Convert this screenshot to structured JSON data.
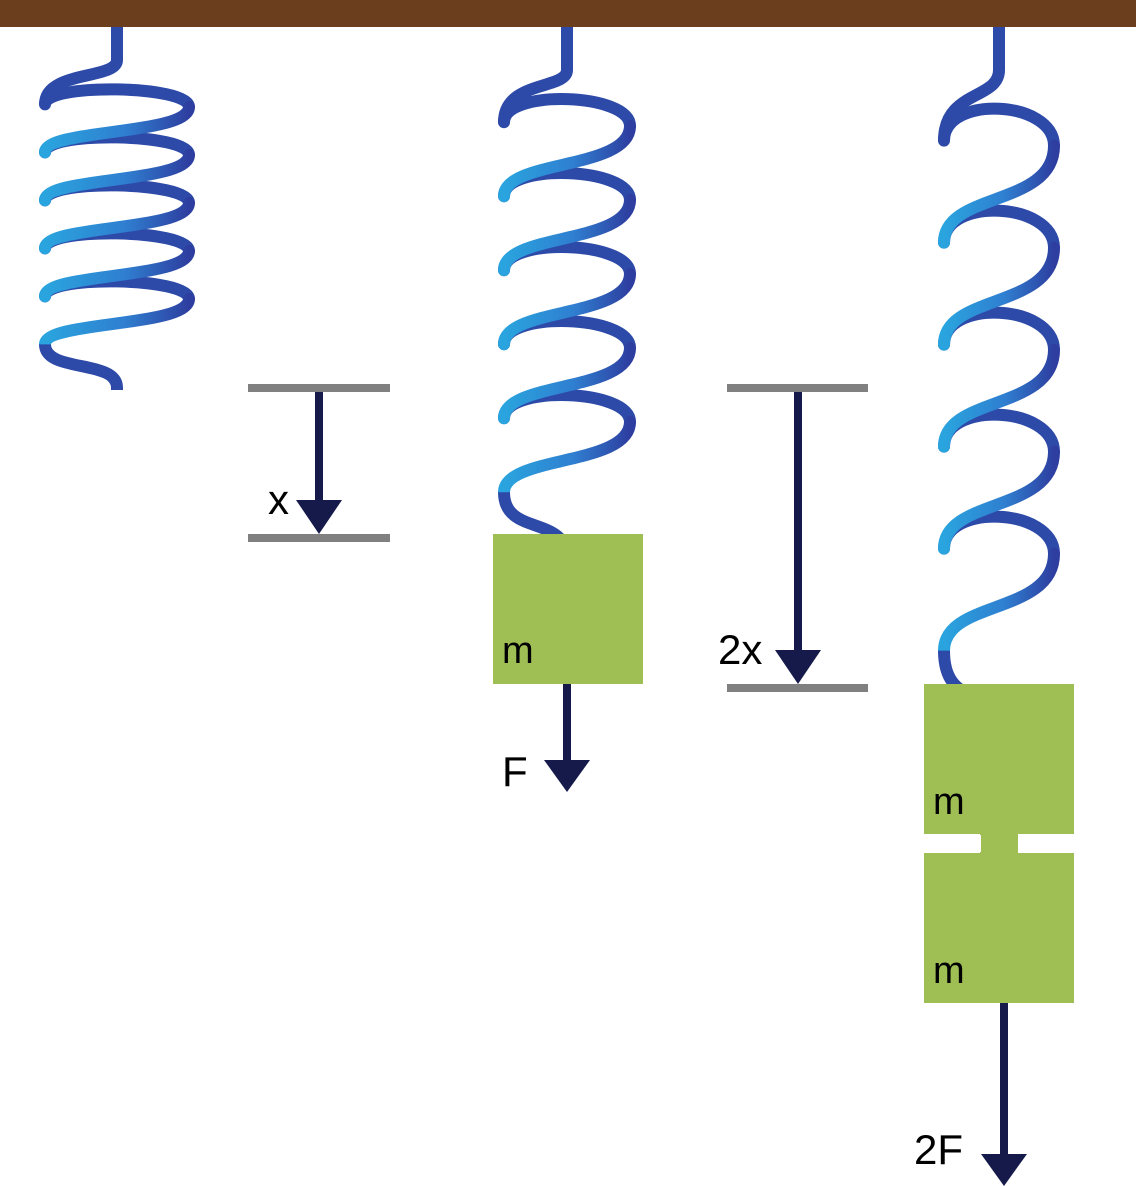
{
  "diagram": {
    "ceiling_color": "#6b3e1e",
    "spring_color_light": "#2aa4de",
    "spring_color_dark": "#2e4aa8",
    "mass_color": "#9fbf55",
    "arrow_color": "#161a4b",
    "marker_color": "#808080",
    "springs": [
      {
        "name": "unloaded-spring",
        "coils": 5
      },
      {
        "name": "spring-one-mass",
        "coils": 5
      },
      {
        "name": "spring-two-masses",
        "coils": 5
      }
    ],
    "displacement_labels": {
      "single": "x",
      "double": "2x"
    },
    "mass_labels": {
      "first": "m",
      "second_top": "m",
      "second_bottom": "m"
    },
    "force_labels": {
      "single": "F",
      "double": "2F"
    }
  }
}
